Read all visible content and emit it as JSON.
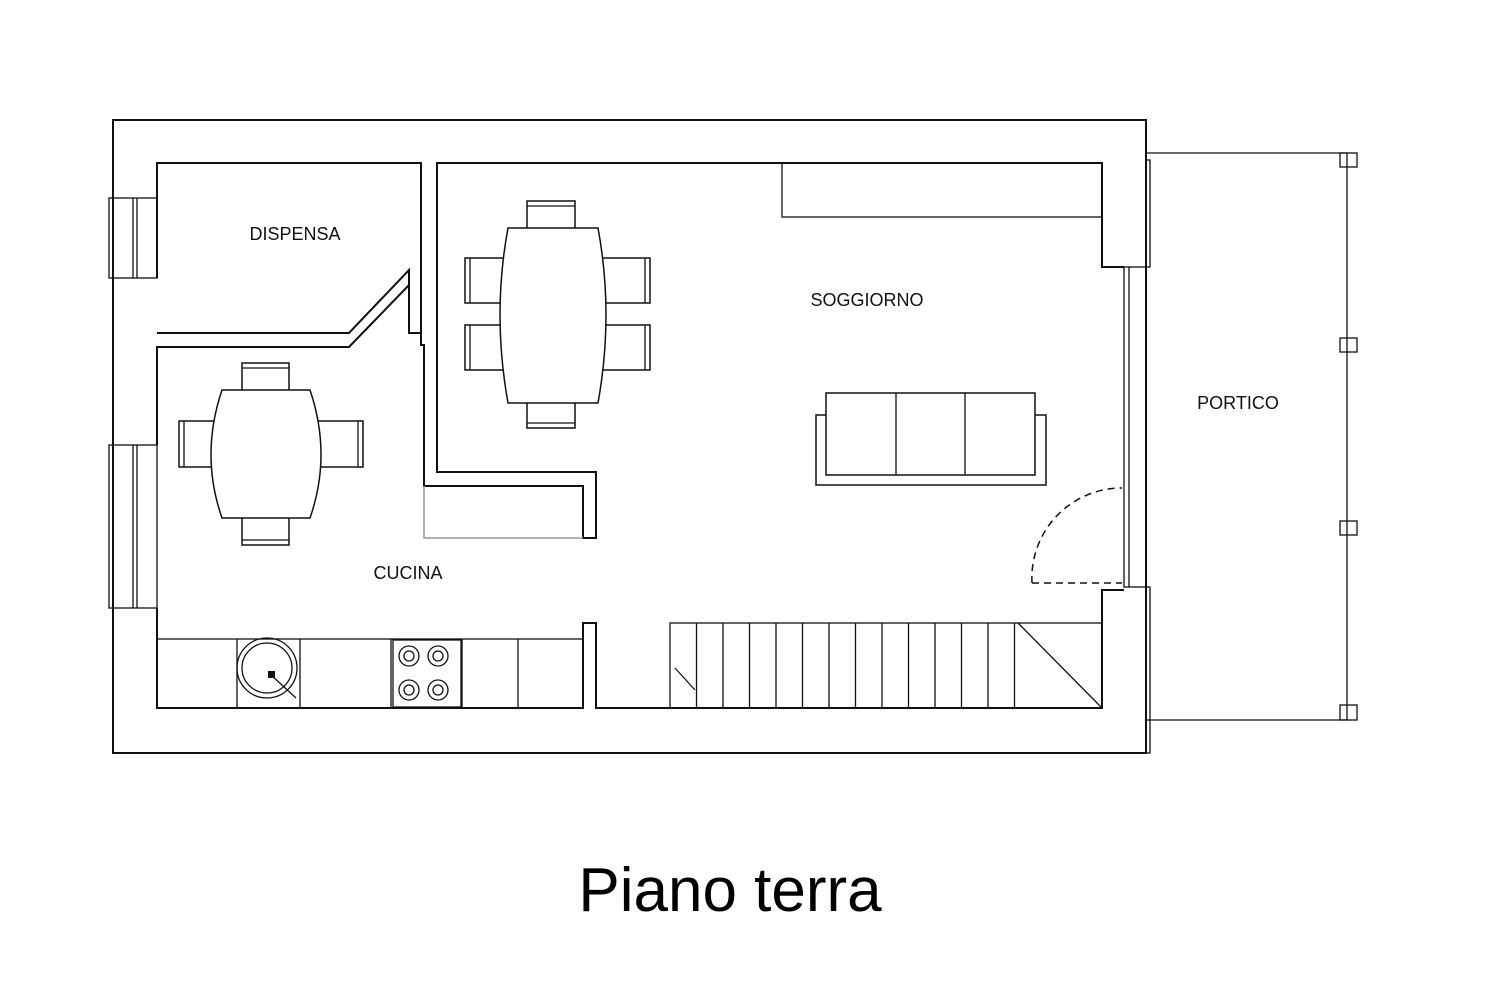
{
  "caption": "Piano terra",
  "rooms": {
    "dispensa": "DISPENSA",
    "soggiorno": "SOGGIORNO",
    "cucina": "CUCINA",
    "portico": "PORTICO"
  }
}
